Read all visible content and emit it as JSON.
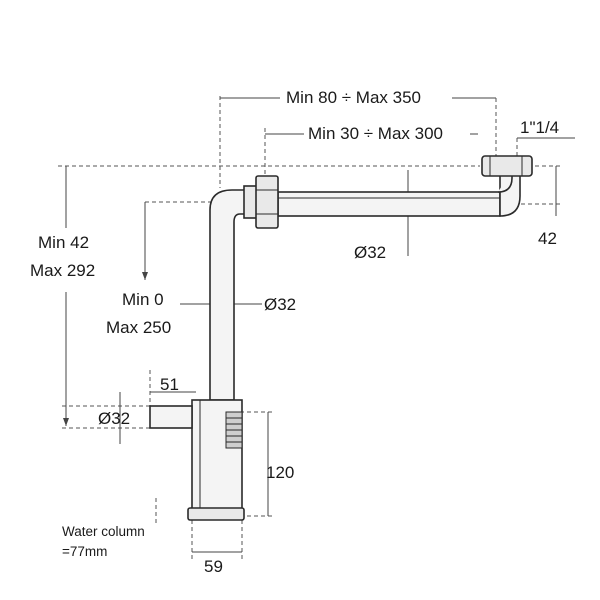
{
  "dimensions": {
    "top_range": "Min 80 ÷ Max 350",
    "second_range": "Min 30 ÷ Max 300",
    "thread": "1\"1/4",
    "right_height": "42",
    "horizontal_pipe_dia": "Ø32",
    "vertical_pipe_dia": "Ø32",
    "left_range_min": "Min 42",
    "left_range_max": "Max 292",
    "inner_range_min": "Min 0",
    "inner_range_max": "Max 250",
    "outlet_length": "51",
    "outlet_dia": "Ø32",
    "body_height": "120",
    "body_width": "59"
  },
  "notes": {
    "water_column_line1": "Water column",
    "water_column_line2": "=77mm"
  }
}
